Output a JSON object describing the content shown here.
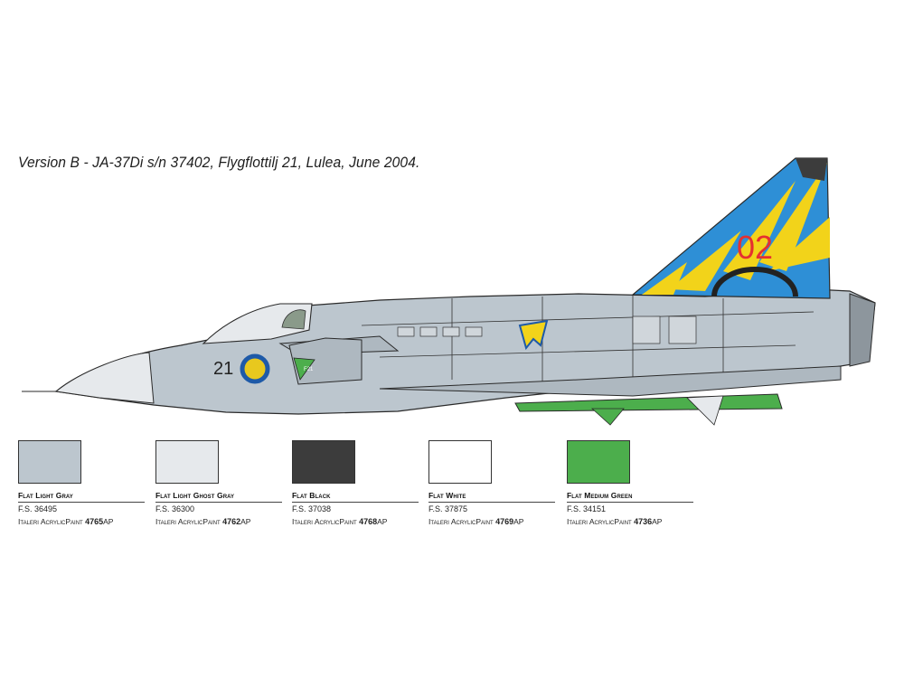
{
  "title": "Version B - JA-37Di s/n 37402, Flygflottilj 21, Lulea, June 2004.",
  "aircraft": {
    "nose_number": "21",
    "tail_code": "02",
    "badge_text": "F21"
  },
  "colors": [
    {
      "name": "Flat Light Gray",
      "fs": "F.S. 36495",
      "paint_prefix": "Italeri AcrylicPaint",
      "paint_code": "4765",
      "paint_suffix": "AP",
      "hex": "#bcc6ce"
    },
    {
      "name": "Flat Light Ghost Gray",
      "fs": "F.S. 36300",
      "paint_prefix": "Italeri AcrylicPaint",
      "paint_code": "4762",
      "paint_suffix": "AP",
      "hex": "#e6e9ec"
    },
    {
      "name": "Flat Black",
      "fs": "F.S. 37038",
      "paint_prefix": "Italeri AcrylicPaint",
      "paint_code": "4768",
      "paint_suffix": "AP",
      "hex": "#3c3c3c"
    },
    {
      "name": "Flat White",
      "fs": "F.S. 37875",
      "paint_prefix": "Italeri AcrylicPaint",
      "paint_code": "4769",
      "paint_suffix": "AP",
      "hex": "#ffffff"
    },
    {
      "name": "Flat Medium Green",
      "fs": "F.S. 34151",
      "paint_prefix": "Italeri AcrylicPaint",
      "paint_code": "4736",
      "paint_suffix": "AP",
      "hex": "#4cae4c"
    }
  ]
}
